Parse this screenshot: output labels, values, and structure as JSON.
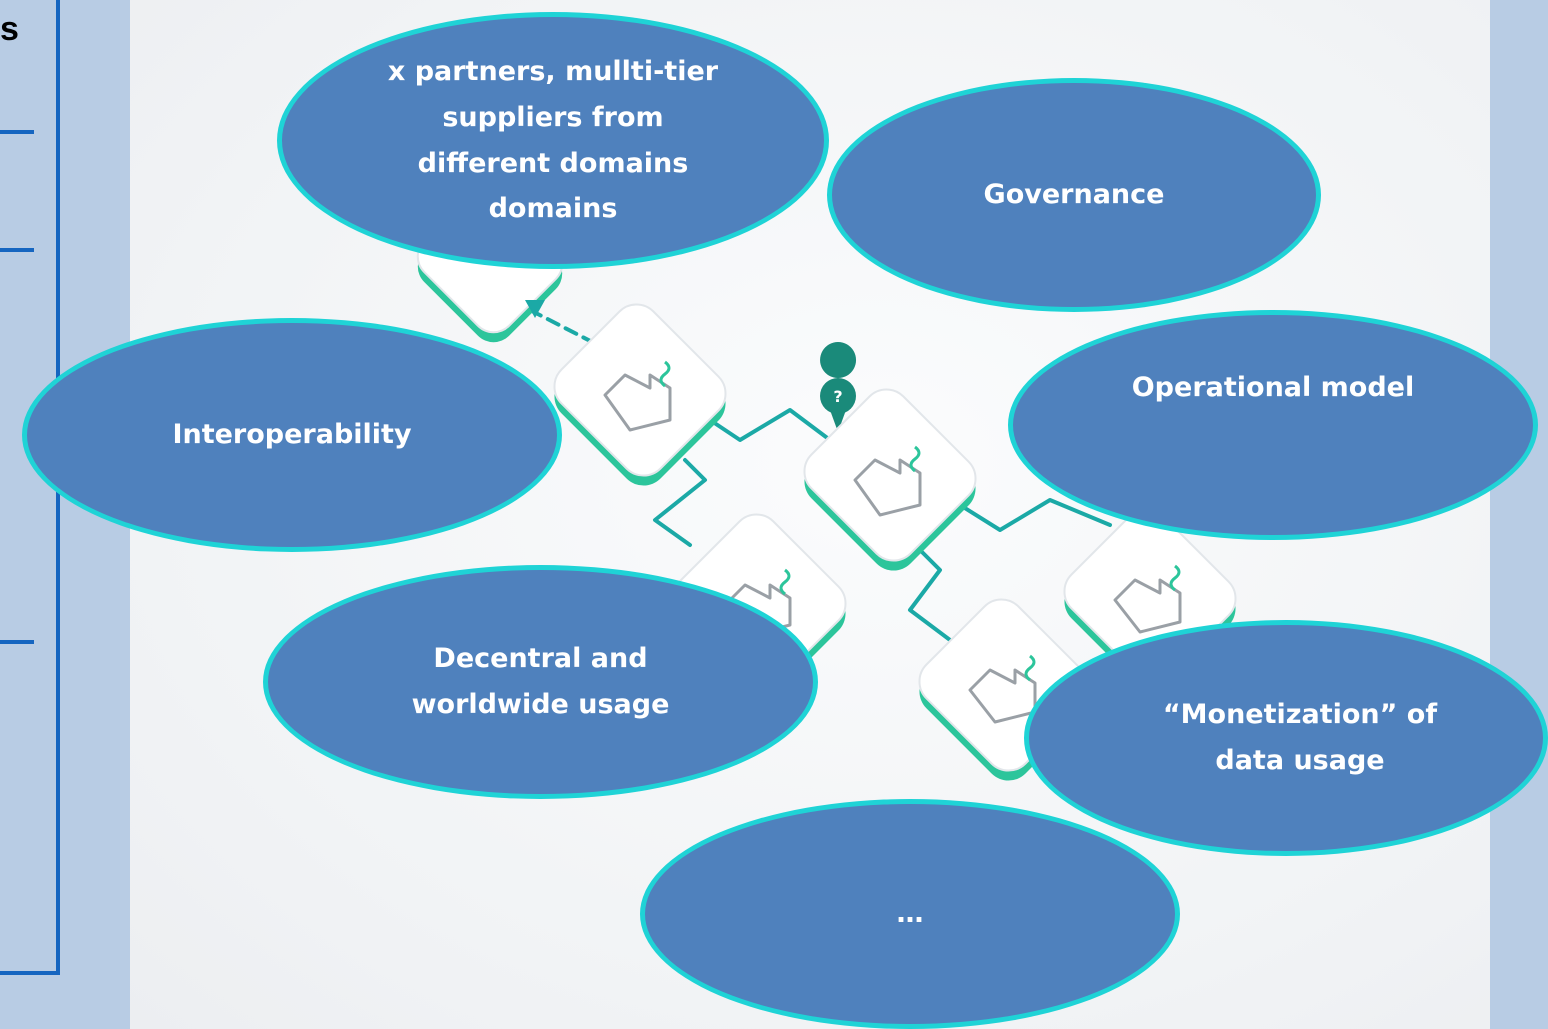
{
  "left_panel": {
    "heading": "s"
  },
  "bubbles": {
    "partners": "x partners, mullti-tier\nsuppliers from\ndifferent domains\ndomains",
    "governance": "Governance",
    "interoperability": "Interoperability",
    "operational_model": "Operational model",
    "decentral": "Decentral and\nworldwide usage",
    "monetization": "“Monetization” of\ndata usage",
    "more": "…"
  },
  "network": {
    "badge": "?"
  },
  "colors": {
    "bubble_fill": "#4f81bd",
    "bubble_border": "#1fd3d6",
    "node_accent": "#2cc59b",
    "connector": "#1ba9a6",
    "panel_blue": "#b8cce4",
    "frame_blue": "#1565c0"
  }
}
